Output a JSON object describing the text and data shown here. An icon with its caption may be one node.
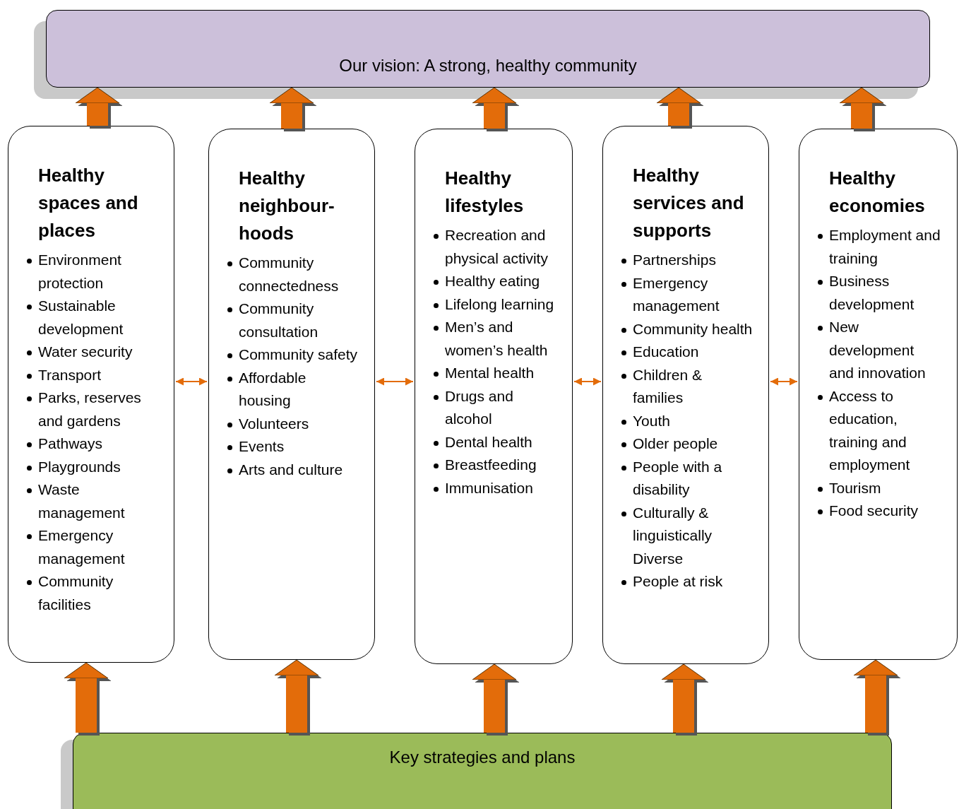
{
  "diagram": {
    "nodes": [
      {
        "text": [
          "Our vision: A strong, healthy community"
        ]
      },
      {
        "text": [
          "Healthy spaces and places",
          "Environment protection",
          "Sustainable development",
          "Water security",
          "Transport",
          "Parks, reserves and gardens",
          "Pathways",
          "Playgrounds",
          "Waste management",
          "Emergency management",
          "Community facilities"
        ]
      },
      {
        "text": [
          "Healthy neighbour-hoods",
          "Community connectedness",
          "Community consultation",
          "Community safety",
          "Affordable housing",
          "Volunteers",
          "Events",
          "Arts and culture"
        ]
      },
      {
        "text": [
          "Healthy lifestyles",
          "Recreation and physical activity",
          "Healthy eating",
          "Lifelong learning",
          "Men’s and women’s health",
          "Mental health",
          "Drugs and alcohol",
          "Dental health",
          "Breastfeeding",
          "Immunisation"
        ]
      },
      {
        "text": [
          "Healthy services and supports",
          "Partnerships",
          "Emergency management",
          "Community health",
          "Education",
          "Children & families",
          "Youth",
          "Older people",
          "People with a disability",
          "Culturally & linguistically Diverse",
          "People at risk"
        ]
      },
      {
        "text": [
          "Healthy economies",
          "Employment and training",
          "Business development",
          "New development and innovation",
          "Access to education, training and employment",
          "Tourism",
          "Food security"
        ]
      },
      {
        "text": [
          "Key strategies and plans"
        ]
      }
    ],
    "edges": [
      {
        "from": 1,
        "to": 0,
        "arrow": "to"
      },
      {
        "from": 2,
        "to": 0,
        "arrow": "to"
      },
      {
        "from": 3,
        "to": 0,
        "arrow": "to"
      },
      {
        "from": 4,
        "to": 0,
        "arrow": "to"
      },
      {
        "from": 5,
        "to": 0,
        "arrow": "to"
      },
      {
        "from": 6,
        "to": 1,
        "arrow": "to"
      },
      {
        "from": 6,
        "to": 2,
        "arrow": "to"
      },
      {
        "from": 6,
        "to": 3,
        "arrow": "to"
      },
      {
        "from": 6,
        "to": 4,
        "arrow": "to"
      },
      {
        "from": 6,
        "to": 5,
        "arrow": "to"
      },
      {
        "from": 1,
        "to": 2,
        "arrow": "both"
      },
      {
        "from": 2,
        "to": 3,
        "arrow": "both"
      },
      {
        "from": 3,
        "to": 4,
        "arrow": "both"
      },
      {
        "from": 4,
        "to": 5,
        "arrow": "both"
      }
    ]
  }
}
